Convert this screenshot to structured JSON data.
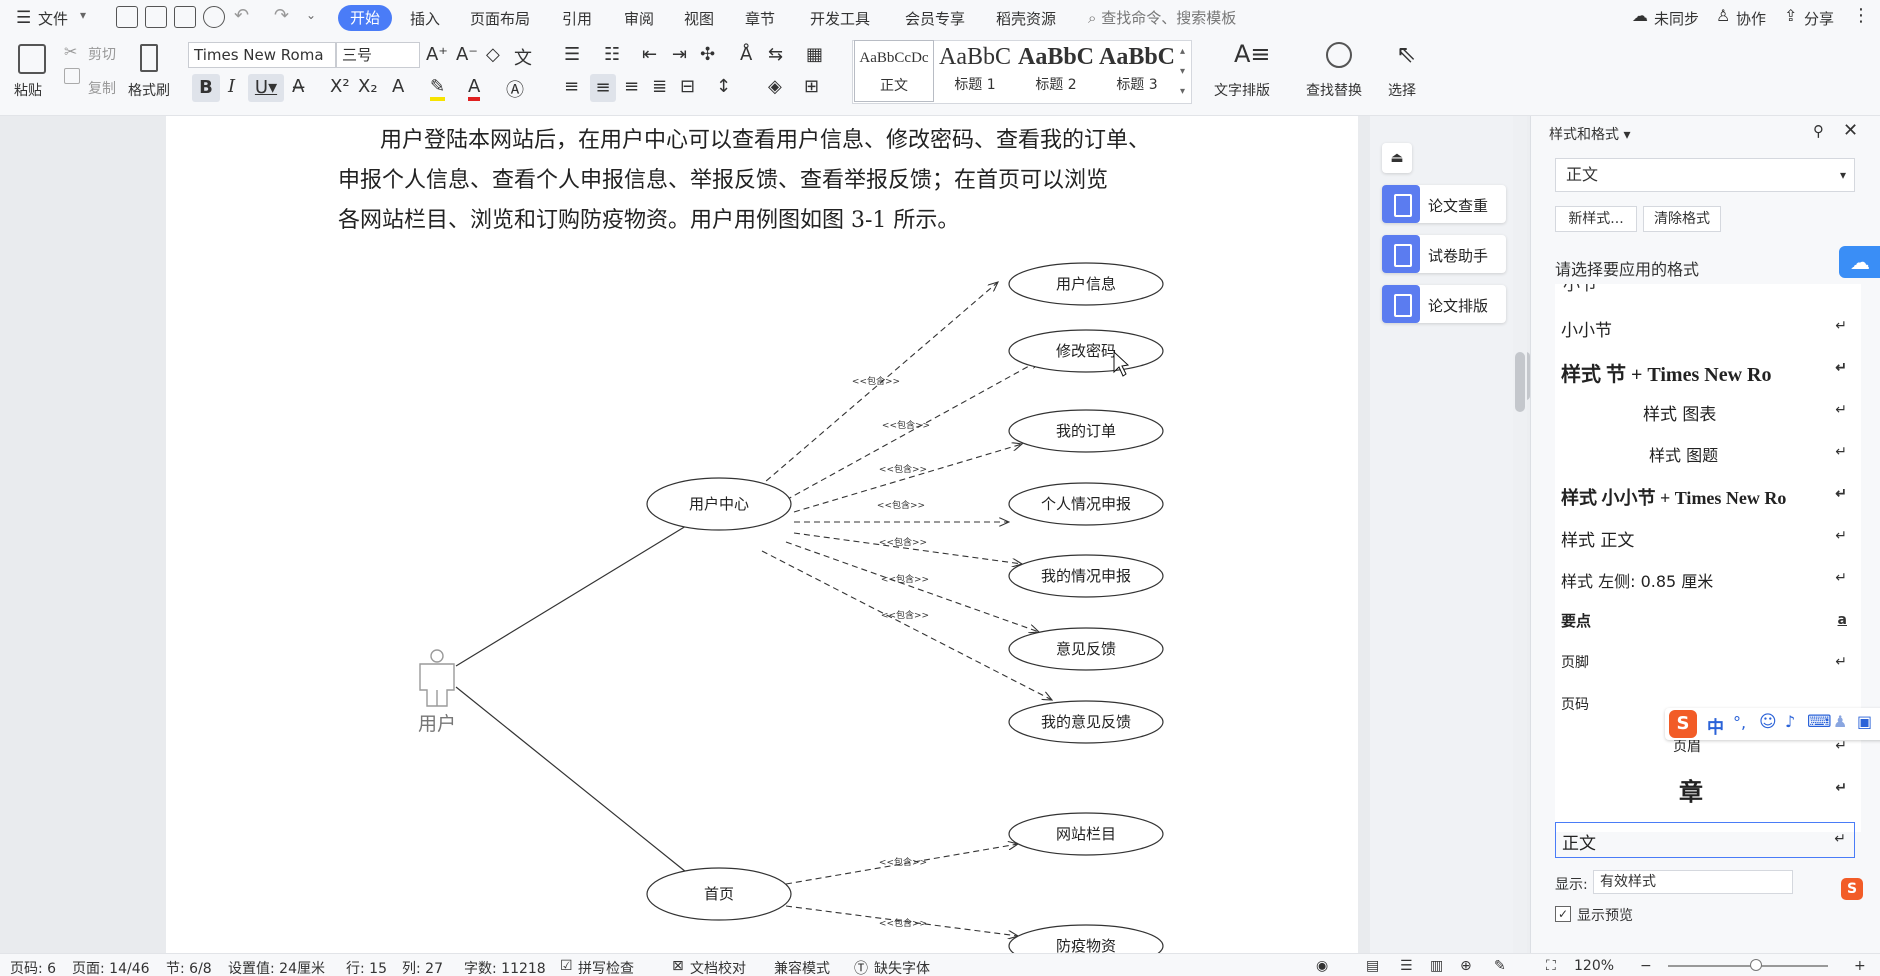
{
  "menu": {
    "file": "文件",
    "tabs": [
      "开始",
      "插入",
      "页面布局",
      "引用",
      "审阅",
      "视图",
      "章节",
      "开发工具",
      "会员专享",
      "稻壳资源"
    ],
    "search_placeholder": "查找命令、搜索模板",
    "right": [
      "未同步",
      "协作",
      "分享"
    ]
  },
  "ribbon": {
    "paste": "粘贴",
    "cut": "剪切",
    "copy": "复制",
    "format_painter": "格式刷",
    "font_name": "Times New Roma",
    "font_size": "三号",
    "styles": [
      {
        "sample": "AaBbCcDc",
        "name": "正文"
      },
      {
        "sample": "AaBbC",
        "name": "标题 1"
      },
      {
        "sample": "AaBbC",
        "name": "标题 2"
      },
      {
        "sample": "AaBbC",
        "name": "标题 3"
      }
    ],
    "text_layout": "文字排版",
    "find_replace": "查找替换",
    "select": "选择"
  },
  "document": {
    "paragraph": [
      "用户登陆本网站后，在用户中心可以查看用户信息、修改密码、查看我的订单、",
      "申报个人信息、查看个人申报信息、举报反馈、查看举报反馈；在首页可以浏览",
      "各网站栏目、浏览和订购防疫物资。用户用例图如图 3-1 所示。"
    ],
    "diagram": {
      "actor": "用户",
      "hubs": [
        "用户中心",
        "首页"
      ],
      "use_cases": [
        "用户信息",
        "修改密码",
        "我的订单",
        "个人情况申报",
        "我的情况申报",
        "意见反馈",
        "我的意见反馈",
        "网站栏目",
        "防疫物资"
      ],
      "include_label": "<<包含>>"
    }
  },
  "float_tools": [
    "论文查重",
    "试卷助手",
    "论文排版"
  ],
  "pane": {
    "title": "样式和格式",
    "current_style": "正文",
    "new_style": "新样式...",
    "clear_format": "清除格式",
    "prompt": "请选择要应用的格式",
    "styles": [
      "小小节",
      "样式 节 + Times New Ro",
      "样式 图表",
      "样式 图题",
      "样式 小小节 + Times New Ro",
      "样式 正文",
      "样式 左侧: 0.85 厘米",
      "要点",
      "页脚",
      "页码",
      "页眉",
      "章",
      "正文"
    ],
    "show_label": "显示:",
    "show_value": "有效样式",
    "preview_label": "显示预览",
    "ime": "中"
  },
  "status": {
    "page": "页码: 6",
    "pages": "页面: 14/46",
    "section": "节: 6/8",
    "setting": "设置值: 24厘米",
    "line": "行: 15",
    "column": "列: 27",
    "words": "字数: 11218",
    "spell": "拼写检查",
    "proof": "文档校对",
    "compat": "兼容模式",
    "missing_font": "缺失字体",
    "zoom": "120%"
  },
  "colors": {
    "accent": "#4a7cf7",
    "tool_icon": "#5b7cf0",
    "sogou": "#f25c27"
  }
}
